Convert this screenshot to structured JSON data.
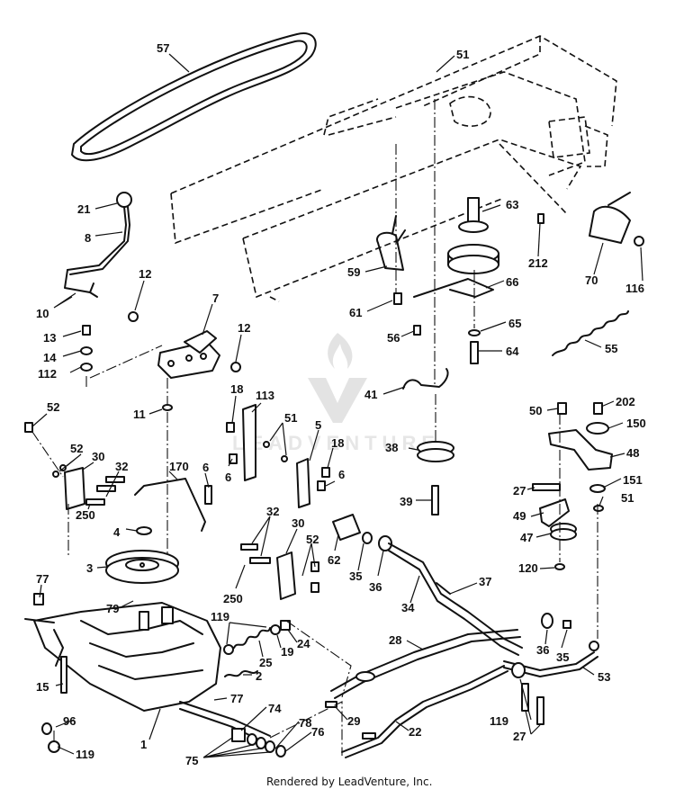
{
  "callouts": [
    {
      "id": "57",
      "label": "57"
    },
    {
      "id": "51a",
      "label": "51"
    },
    {
      "id": "21",
      "label": "21"
    },
    {
      "id": "8",
      "label": "8"
    },
    {
      "id": "63",
      "label": "63"
    },
    {
      "id": "212",
      "label": "212"
    },
    {
      "id": "70",
      "label": "70"
    },
    {
      "id": "116",
      "label": "116"
    },
    {
      "id": "12a",
      "label": "12"
    },
    {
      "id": "10",
      "label": "10"
    },
    {
      "id": "7",
      "label": "7"
    },
    {
      "id": "59",
      "label": "59"
    },
    {
      "id": "66",
      "label": "66"
    },
    {
      "id": "61",
      "label": "61"
    },
    {
      "id": "13",
      "label": "13"
    },
    {
      "id": "12b",
      "label": "12"
    },
    {
      "id": "14",
      "label": "14"
    },
    {
      "id": "112",
      "label": "112"
    },
    {
      "id": "56",
      "label": "56"
    },
    {
      "id": "65",
      "label": "65"
    },
    {
      "id": "64",
      "label": "64"
    },
    {
      "id": "55",
      "label": "55"
    },
    {
      "id": "18a",
      "label": "18"
    },
    {
      "id": "113",
      "label": "113"
    },
    {
      "id": "41",
      "label": "41"
    },
    {
      "id": "52a",
      "label": "52"
    },
    {
      "id": "11",
      "label": "11"
    },
    {
      "id": "51b",
      "label": "51"
    },
    {
      "id": "5",
      "label": "5"
    },
    {
      "id": "50",
      "label": "50"
    },
    {
      "id": "202",
      "label": "202"
    },
    {
      "id": "150",
      "label": "150"
    },
    {
      "id": "52b",
      "label": "52"
    },
    {
      "id": "30a",
      "label": "30"
    },
    {
      "id": "18b",
      "label": "18"
    },
    {
      "id": "38",
      "label": "38"
    },
    {
      "id": "48",
      "label": "48"
    },
    {
      "id": "32a",
      "label": "32"
    },
    {
      "id": "170",
      "label": "170"
    },
    {
      "id": "6a",
      "label": "6"
    },
    {
      "id": "6b",
      "label": "6"
    },
    {
      "id": "6c",
      "label": "6"
    },
    {
      "id": "27a",
      "label": "27"
    },
    {
      "id": "151",
      "label": "151"
    },
    {
      "id": "51c",
      "label": "51"
    },
    {
      "id": "39",
      "label": "39"
    },
    {
      "id": "49",
      "label": "49"
    },
    {
      "id": "250a",
      "label": "250"
    },
    {
      "id": "4",
      "label": "4"
    },
    {
      "id": "32b",
      "label": "32"
    },
    {
      "id": "30b",
      "label": "30"
    },
    {
      "id": "47",
      "label": "47"
    },
    {
      "id": "52c",
      "label": "52"
    },
    {
      "id": "62",
      "label": "62"
    },
    {
      "id": "3",
      "label": "3"
    },
    {
      "id": "120",
      "label": "120"
    },
    {
      "id": "35a",
      "label": "35"
    },
    {
      "id": "36a",
      "label": "36"
    },
    {
      "id": "250b",
      "label": "250"
    },
    {
      "id": "37",
      "label": "37"
    },
    {
      "id": "77a",
      "label": "77"
    },
    {
      "id": "79",
      "label": "79"
    },
    {
      "id": "34",
      "label": "34"
    },
    {
      "id": "119a",
      "label": "119"
    },
    {
      "id": "24",
      "label": "24"
    },
    {
      "id": "19",
      "label": "19"
    },
    {
      "id": "25",
      "label": "25"
    },
    {
      "id": "36b",
      "label": "36"
    },
    {
      "id": "35b",
      "label": "35"
    },
    {
      "id": "28",
      "label": "28"
    },
    {
      "id": "2",
      "label": "2"
    },
    {
      "id": "53",
      "label": "53"
    },
    {
      "id": "15",
      "label": "15"
    },
    {
      "id": "77b",
      "label": "77"
    },
    {
      "id": "74",
      "label": "74"
    },
    {
      "id": "29",
      "label": "29"
    },
    {
      "id": "119b",
      "label": "119"
    },
    {
      "id": "96",
      "label": "96"
    },
    {
      "id": "78",
      "label": "78"
    },
    {
      "id": "76",
      "label": "76"
    },
    {
      "id": "22",
      "label": "22"
    },
    {
      "id": "27b",
      "label": "27"
    },
    {
      "id": "1",
      "label": "1"
    },
    {
      "id": "119c",
      "label": "119"
    },
    {
      "id": "75",
      "label": "75"
    }
  ],
  "footer": "Rendered by LeadVenture, Inc.",
  "watermark": "LEADVENTURE",
  "colors": {
    "line": "#111111",
    "background": "#ffffff",
    "watermark": "#e3e3e3"
  }
}
